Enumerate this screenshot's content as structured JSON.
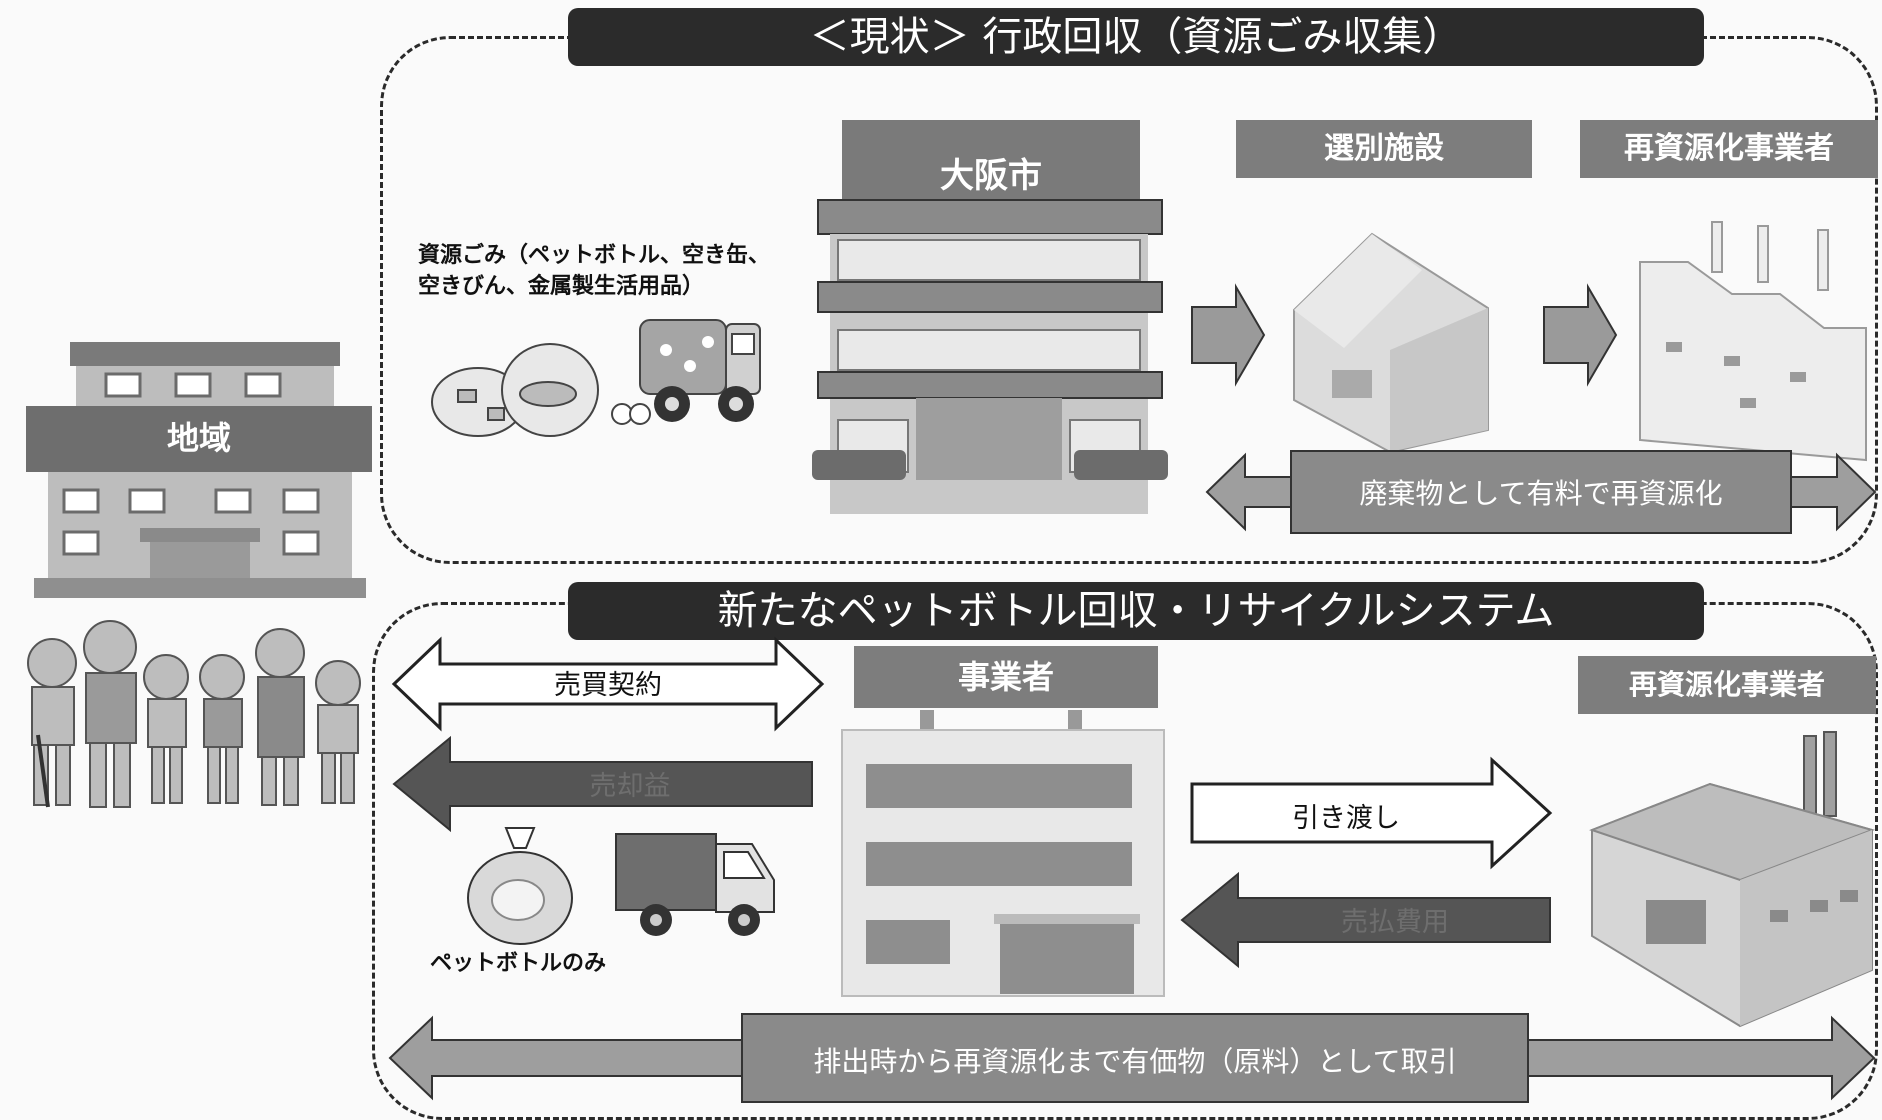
{
  "current": {
    "title": "＜現状＞ 行政回収（資源ごみ収集）",
    "city_label": "大阪市",
    "sorting_label": "選別施設",
    "recycler_label": "再資源化事業者",
    "waste_caption_line1": "資源ごみ（ペットボトル、空き缶、",
    "waste_caption_line2": "空きびん、金属製生活用品）",
    "bottom_arrow": "廃棄物として有料で再資源化"
  },
  "community": {
    "label": "地域"
  },
  "new_system": {
    "title": "新たなペットボトル回収・リサイクルシステム",
    "contract_arrow": "売買契約",
    "sale_arrow": "売却益",
    "business_label": "事業者",
    "handover_arrow": "引き渡し",
    "payment_arrow": "売払費用",
    "recycler_label": "再資源化事業者",
    "bottle_caption": "ペットボトルのみ",
    "bottom_arrow": "排出時から再資源化まで有価物（原料）として取引"
  }
}
